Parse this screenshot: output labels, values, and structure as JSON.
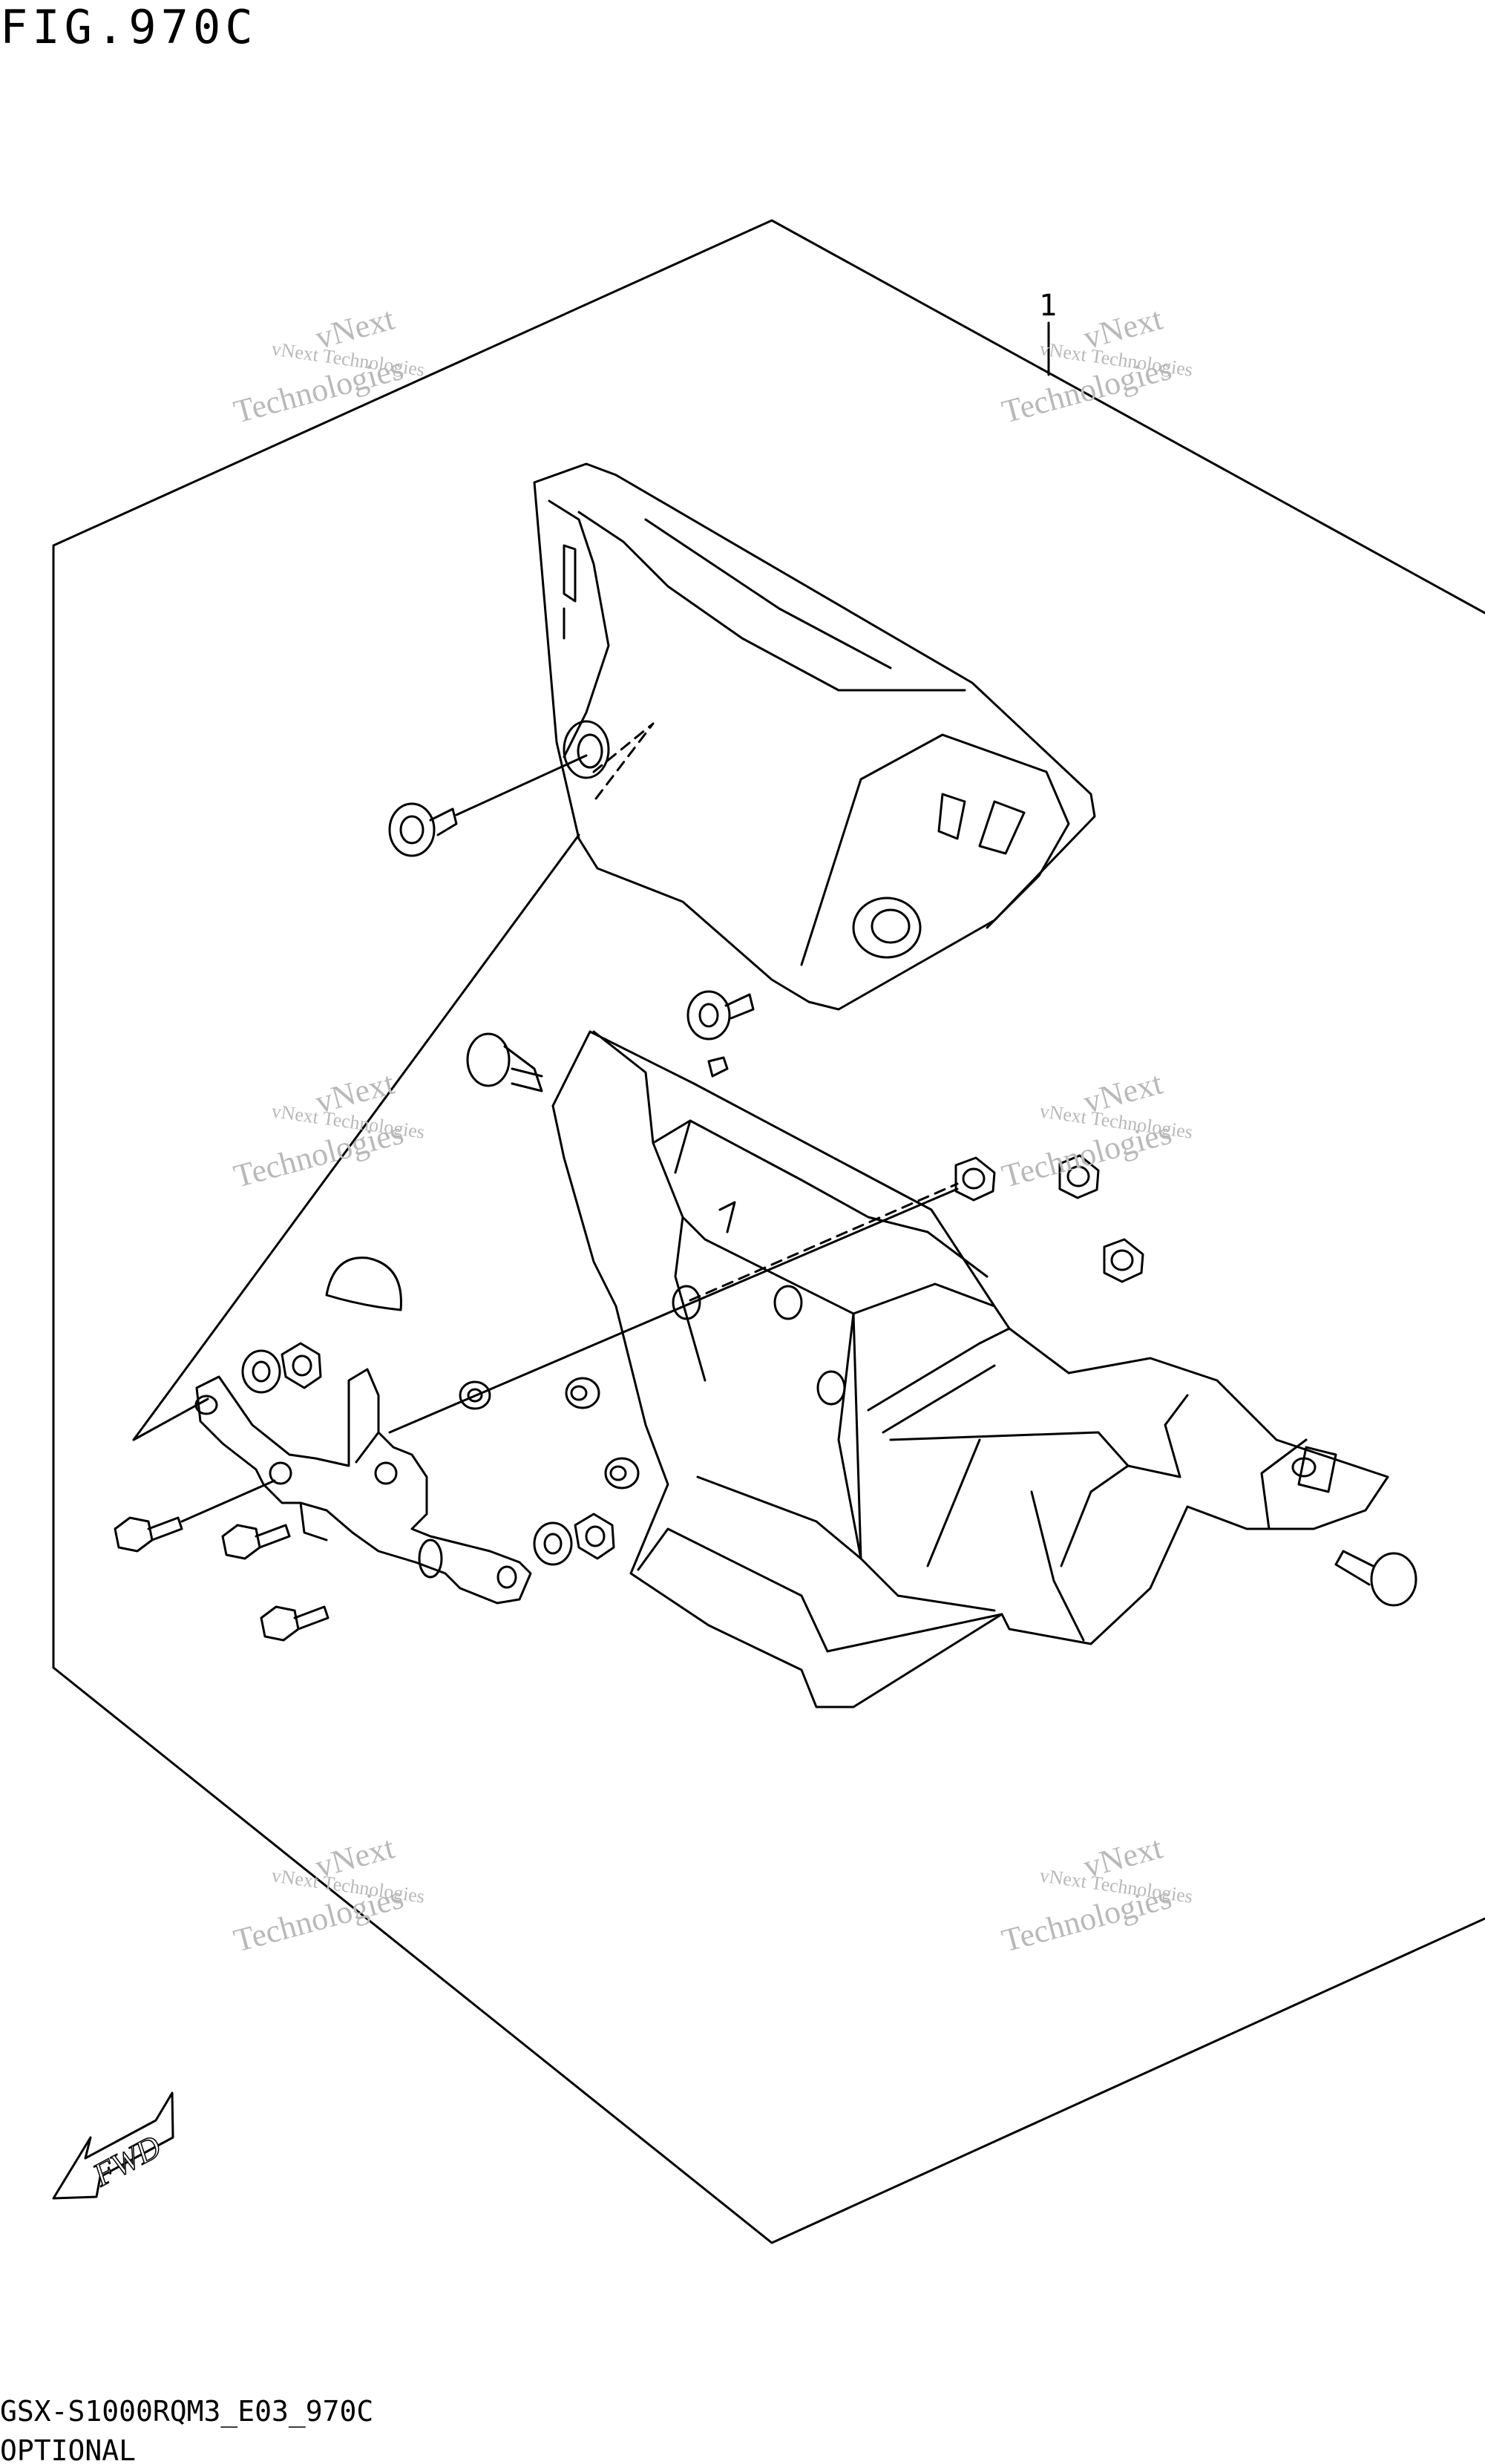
{
  "figure": {
    "title": "FIG.970C",
    "part_callout": "1",
    "model_code": "GSX-S1000RQM3_E03_970C",
    "note": "OPTIONAL",
    "fwd_label": "FWD"
  },
  "watermark": {
    "small": "vNext Technologies",
    "large_top": "vNext",
    "large_bottom": "Technologies"
  },
  "colors": {
    "line": "#000000",
    "watermark": "#b9b9b9",
    "background": "#ffffff"
  }
}
